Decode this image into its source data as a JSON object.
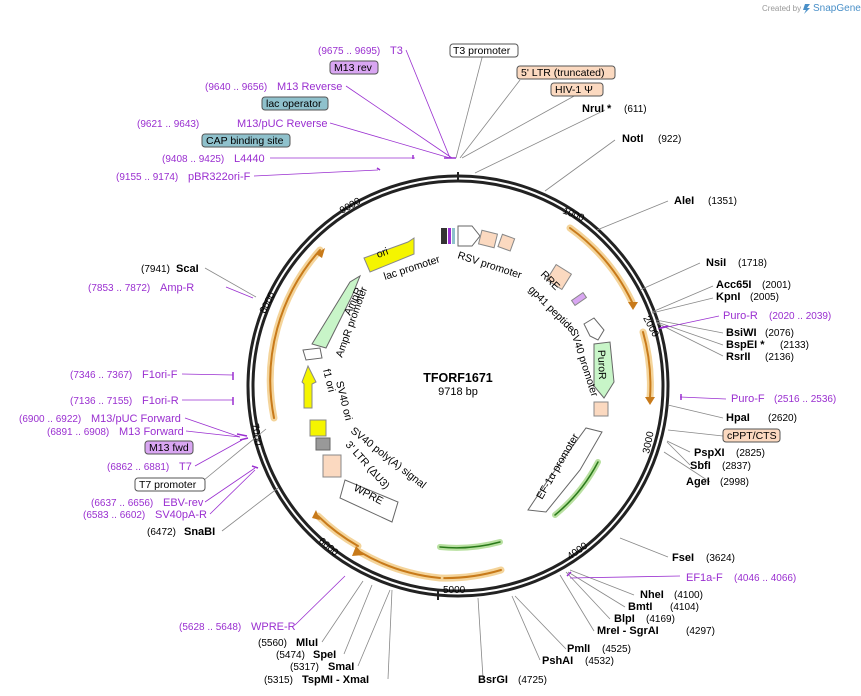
{
  "branding": {
    "created_by": "Created by",
    "app_name": "SnapGene"
  },
  "plasmid": {
    "name": "TFORF1671",
    "size": "9718 bp"
  },
  "ticks": [
    "1000",
    "2000",
    "3000",
    "4000",
    "5000",
    "6000",
    "7000",
    "8000",
    "9000"
  ],
  "sites": [
    {
      "name": "NruI *",
      "pos": "(611)"
    },
    {
      "name": "NotI",
      "pos": "(922)"
    },
    {
      "name": "AleI",
      "pos": "(1351)"
    },
    {
      "name": "NsiI",
      "pos": "(1718)"
    },
    {
      "name": "Acc65I",
      "pos": "(2001)"
    },
    {
      "name": "KpnI",
      "pos": "(2005)"
    },
    {
      "name": "BsiWI",
      "pos": "(2076)"
    },
    {
      "name": "BspEI *",
      "pos": "(2133)"
    },
    {
      "name": "RsrII",
      "pos": "(2136)"
    },
    {
      "name": "HpaI",
      "pos": "(2620)"
    },
    {
      "name": "PspXI",
      "pos": "(2825)"
    },
    {
      "name": "SbfI",
      "pos": "(2837)"
    },
    {
      "name": "AgeI",
      "pos": "(2998)"
    },
    {
      "name": "FseI",
      "pos": "(3624)"
    },
    {
      "name": "NheI",
      "pos": "(4100)"
    },
    {
      "name": "BmtI",
      "pos": "(4104)"
    },
    {
      "name": "BlpI",
      "pos": "(4169)"
    },
    {
      "name": "MreI - SgrAI",
      "pos": "(4297)"
    },
    {
      "name": "PmlI",
      "pos": "(4525)"
    },
    {
      "name": "PshAI",
      "pos": "(4532)"
    },
    {
      "name": "BsrGI",
      "pos": "(4725)"
    },
    {
      "name": "TspMI - XmaI",
      "pos": "(5315)"
    },
    {
      "name": "SmaI",
      "pos": "(5317)"
    },
    {
      "name": "SpeI",
      "pos": "(5474)"
    },
    {
      "name": "MluI",
      "pos": "(5560)"
    },
    {
      "name": "SnaBI",
      "pos": "(6472)"
    },
    {
      "name": "ScaI",
      "pos": "(7941)"
    }
  ],
  "primers": [
    {
      "name": "T3",
      "pos": "(9675 .. 9695)"
    },
    {
      "name": "M13 Reverse",
      "pos": "(9640 .. 9656)"
    },
    {
      "name": "M13/pUC Reverse",
      "pos": "(9621 .. 9643)"
    },
    {
      "name": "L4440",
      "pos": "(9408 .. 9425)"
    },
    {
      "name": "pBR322ori-F",
      "pos": "(9155 .. 9174)"
    },
    {
      "name": "Amp-R",
      "pos": "(7853 .. 7872)"
    },
    {
      "name": "F1ori-F",
      "pos": "(7346 .. 7367)"
    },
    {
      "name": "F1ori-R",
      "pos": "(7136 .. 7155)"
    },
    {
      "name": "M13/pUC Forward",
      "pos": "(6900 .. 6922)"
    },
    {
      "name": "M13 Forward",
      "pos": "(6891 .. 6908)"
    },
    {
      "name": "T7",
      "pos": "(6862 .. 6881)"
    },
    {
      "name": "EBV-rev",
      "pos": "(6637 .. 6656)"
    },
    {
      "name": "SV40pA-R",
      "pos": "(6583 .. 6602)"
    },
    {
      "name": "WPRE-R",
      "pos": "(5628 .. 5648)"
    },
    {
      "name": "Puro-R",
      "pos": "(2020 .. 2039)"
    },
    {
      "name": "Puro-F",
      "pos": "(2516 .. 2536)"
    },
    {
      "name": "EF1a-F",
      "pos": "(4046 .. 4066)"
    }
  ],
  "boxed_labels": {
    "t3_promoter": "T3 promoter",
    "m13_rev": "M13 rev",
    "ltr_5": "5' LTR (truncated)",
    "hiv_psi": "HIV-1 Ψ",
    "lac_operator": "lac operator",
    "cap_binding": "CAP binding site",
    "cppt_cts": "cPPT/CTS",
    "m13_fwd": "M13 fwd",
    "t7_promoter": "T7 promoter"
  },
  "features": {
    "ori": "ori",
    "lac_promoter": "lac promoter",
    "rsv_promoter": "RSV promoter",
    "rre": "RRE",
    "gp41": "gp41 peptide",
    "sv40_promoter": "SV40 promoter",
    "puror": "PuroR",
    "ef1a": "EF-1α promoter",
    "wpre": "WPRE",
    "ltr_3": "3' LTR (ΔU3)",
    "sv40_polya": "SV40 poly(A) signal",
    "sv40_ori": "SV40 ori",
    "f1_ori": "f1 ori",
    "ampr_promoter": "AmpR promoter",
    "ampr": "AmpR"
  },
  "colors": {
    "backbone": "#222222",
    "primer": "#9a2fd0",
    "orf_arrow": "#c87a1a",
    "orf_halo": "#f4d49a",
    "ori": "#f5f500",
    "ampr": "#c8f5c8",
    "ltr": "#fbd9c0",
    "tag_purple": "#d9a6f2",
    "tag_teal": "#8fc1cc"
  }
}
